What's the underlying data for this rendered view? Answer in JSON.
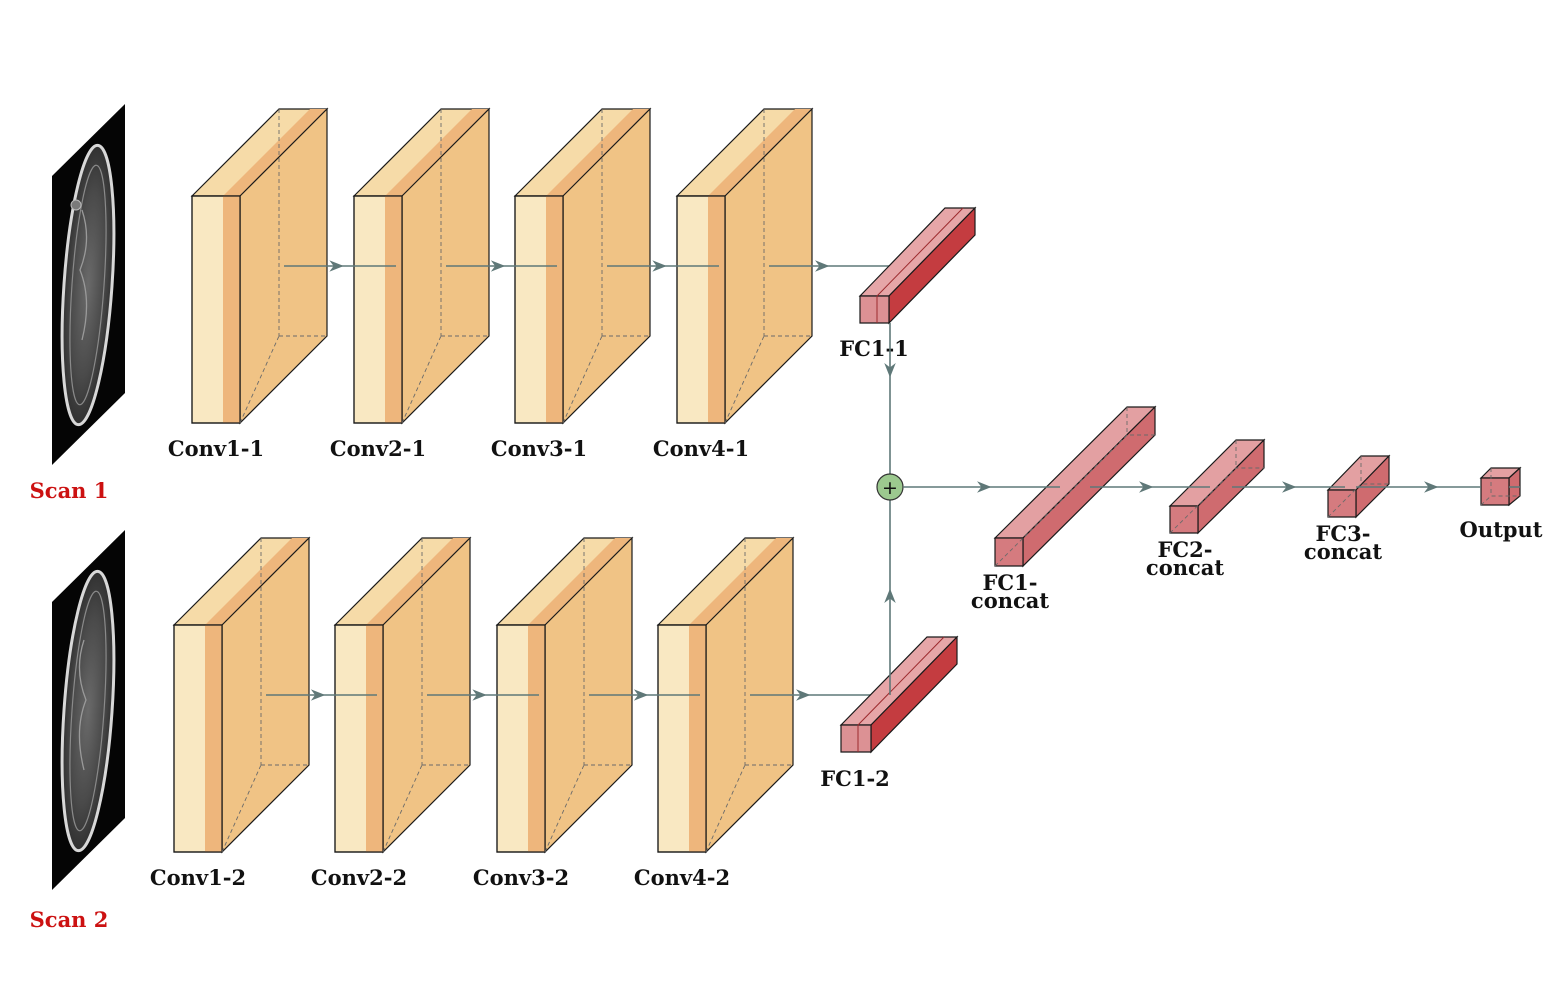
{
  "diagram": {
    "type": "neural-network-architecture",
    "scans": [
      {
        "label": "Scan 1",
        "image_icon": "brain-mri-slice"
      },
      {
        "label": "Scan 2",
        "image_icon": "brain-mri-slice"
      }
    ],
    "branch1": {
      "conv_layers": [
        "Conv1-1",
        "Conv2-1",
        "Conv3-1",
        "Conv4-1"
      ],
      "fc_layer": "FC1-1"
    },
    "branch2": {
      "conv_layers": [
        "Conv1-2",
        "Conv2-2",
        "Conv3-2",
        "Conv4-2"
      ],
      "fc_layer": "FC1-2"
    },
    "merge": {
      "operator": "+",
      "icon": "sum-node"
    },
    "head": [
      {
        "line1": "FC1-",
        "line2": "concat"
      },
      {
        "line1": "FC2-",
        "line2": "concat"
      },
      {
        "line1": "FC3-",
        "line2": "concat"
      }
    ],
    "output_label": "Output",
    "colors": {
      "conv_front": "#f9e8c2",
      "conv_band": "#eeb67c",
      "conv_side": "#f0c385",
      "conv_top": "#f6dba8",
      "fc_light": "#dc9194",
      "fc_dark": "#c43c40",
      "fc_concat": "#d57b7f",
      "arrow": "#5f7878",
      "sum_node": "#9cc98f",
      "scan_label": "#cc1111"
    }
  }
}
